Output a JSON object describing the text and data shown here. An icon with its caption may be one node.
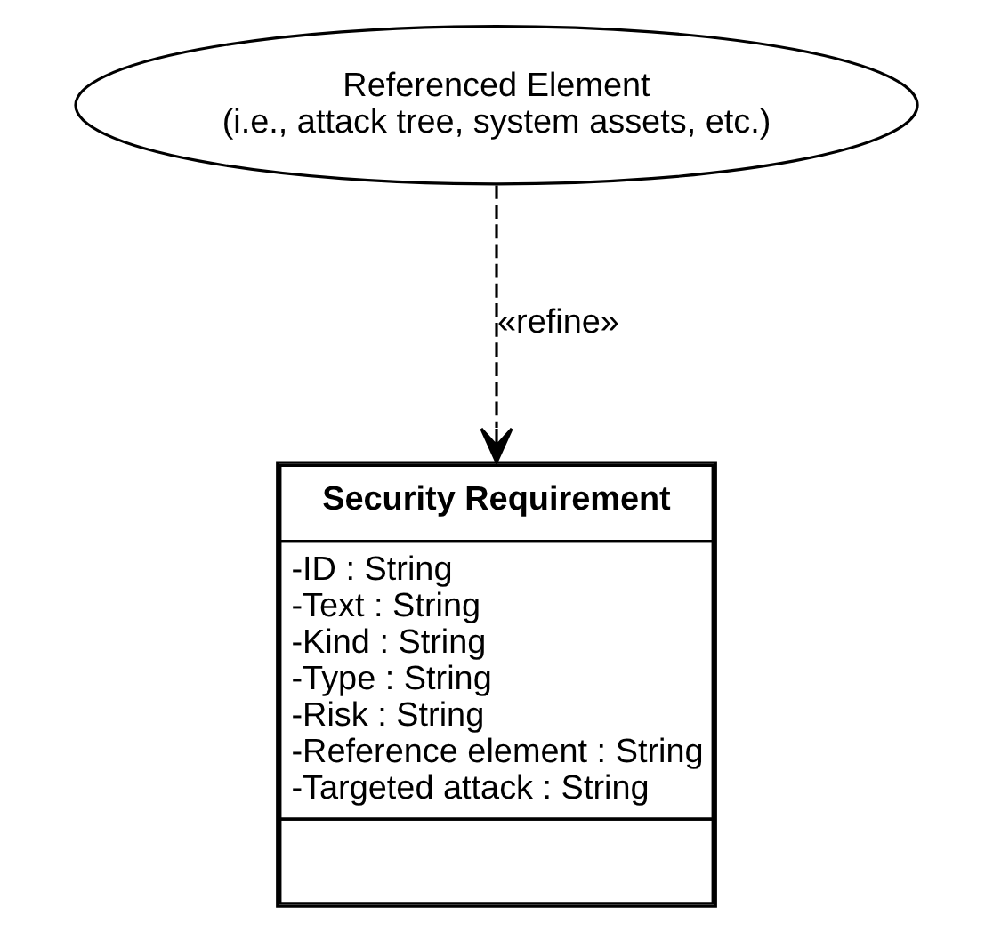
{
  "diagram": {
    "nodes": [
      {
        "text": [
          "Referenced Element",
          "(i.e., attack tree, system assets, etc.)"
        ]
      },
      {
        "text": [
          "Security Requirement",
          "-ID : String",
          "-Text : String",
          "-Kind : String",
          "-Type : String",
          "-Risk : String",
          "-Reference element : String",
          "-Targeted attack : String"
        ]
      }
    ],
    "edges": [
      {
        "from": 0,
        "to": 1,
        "arrow": "to",
        "label": "«refine»",
        "style": "dashed"
      }
    ]
  }
}
